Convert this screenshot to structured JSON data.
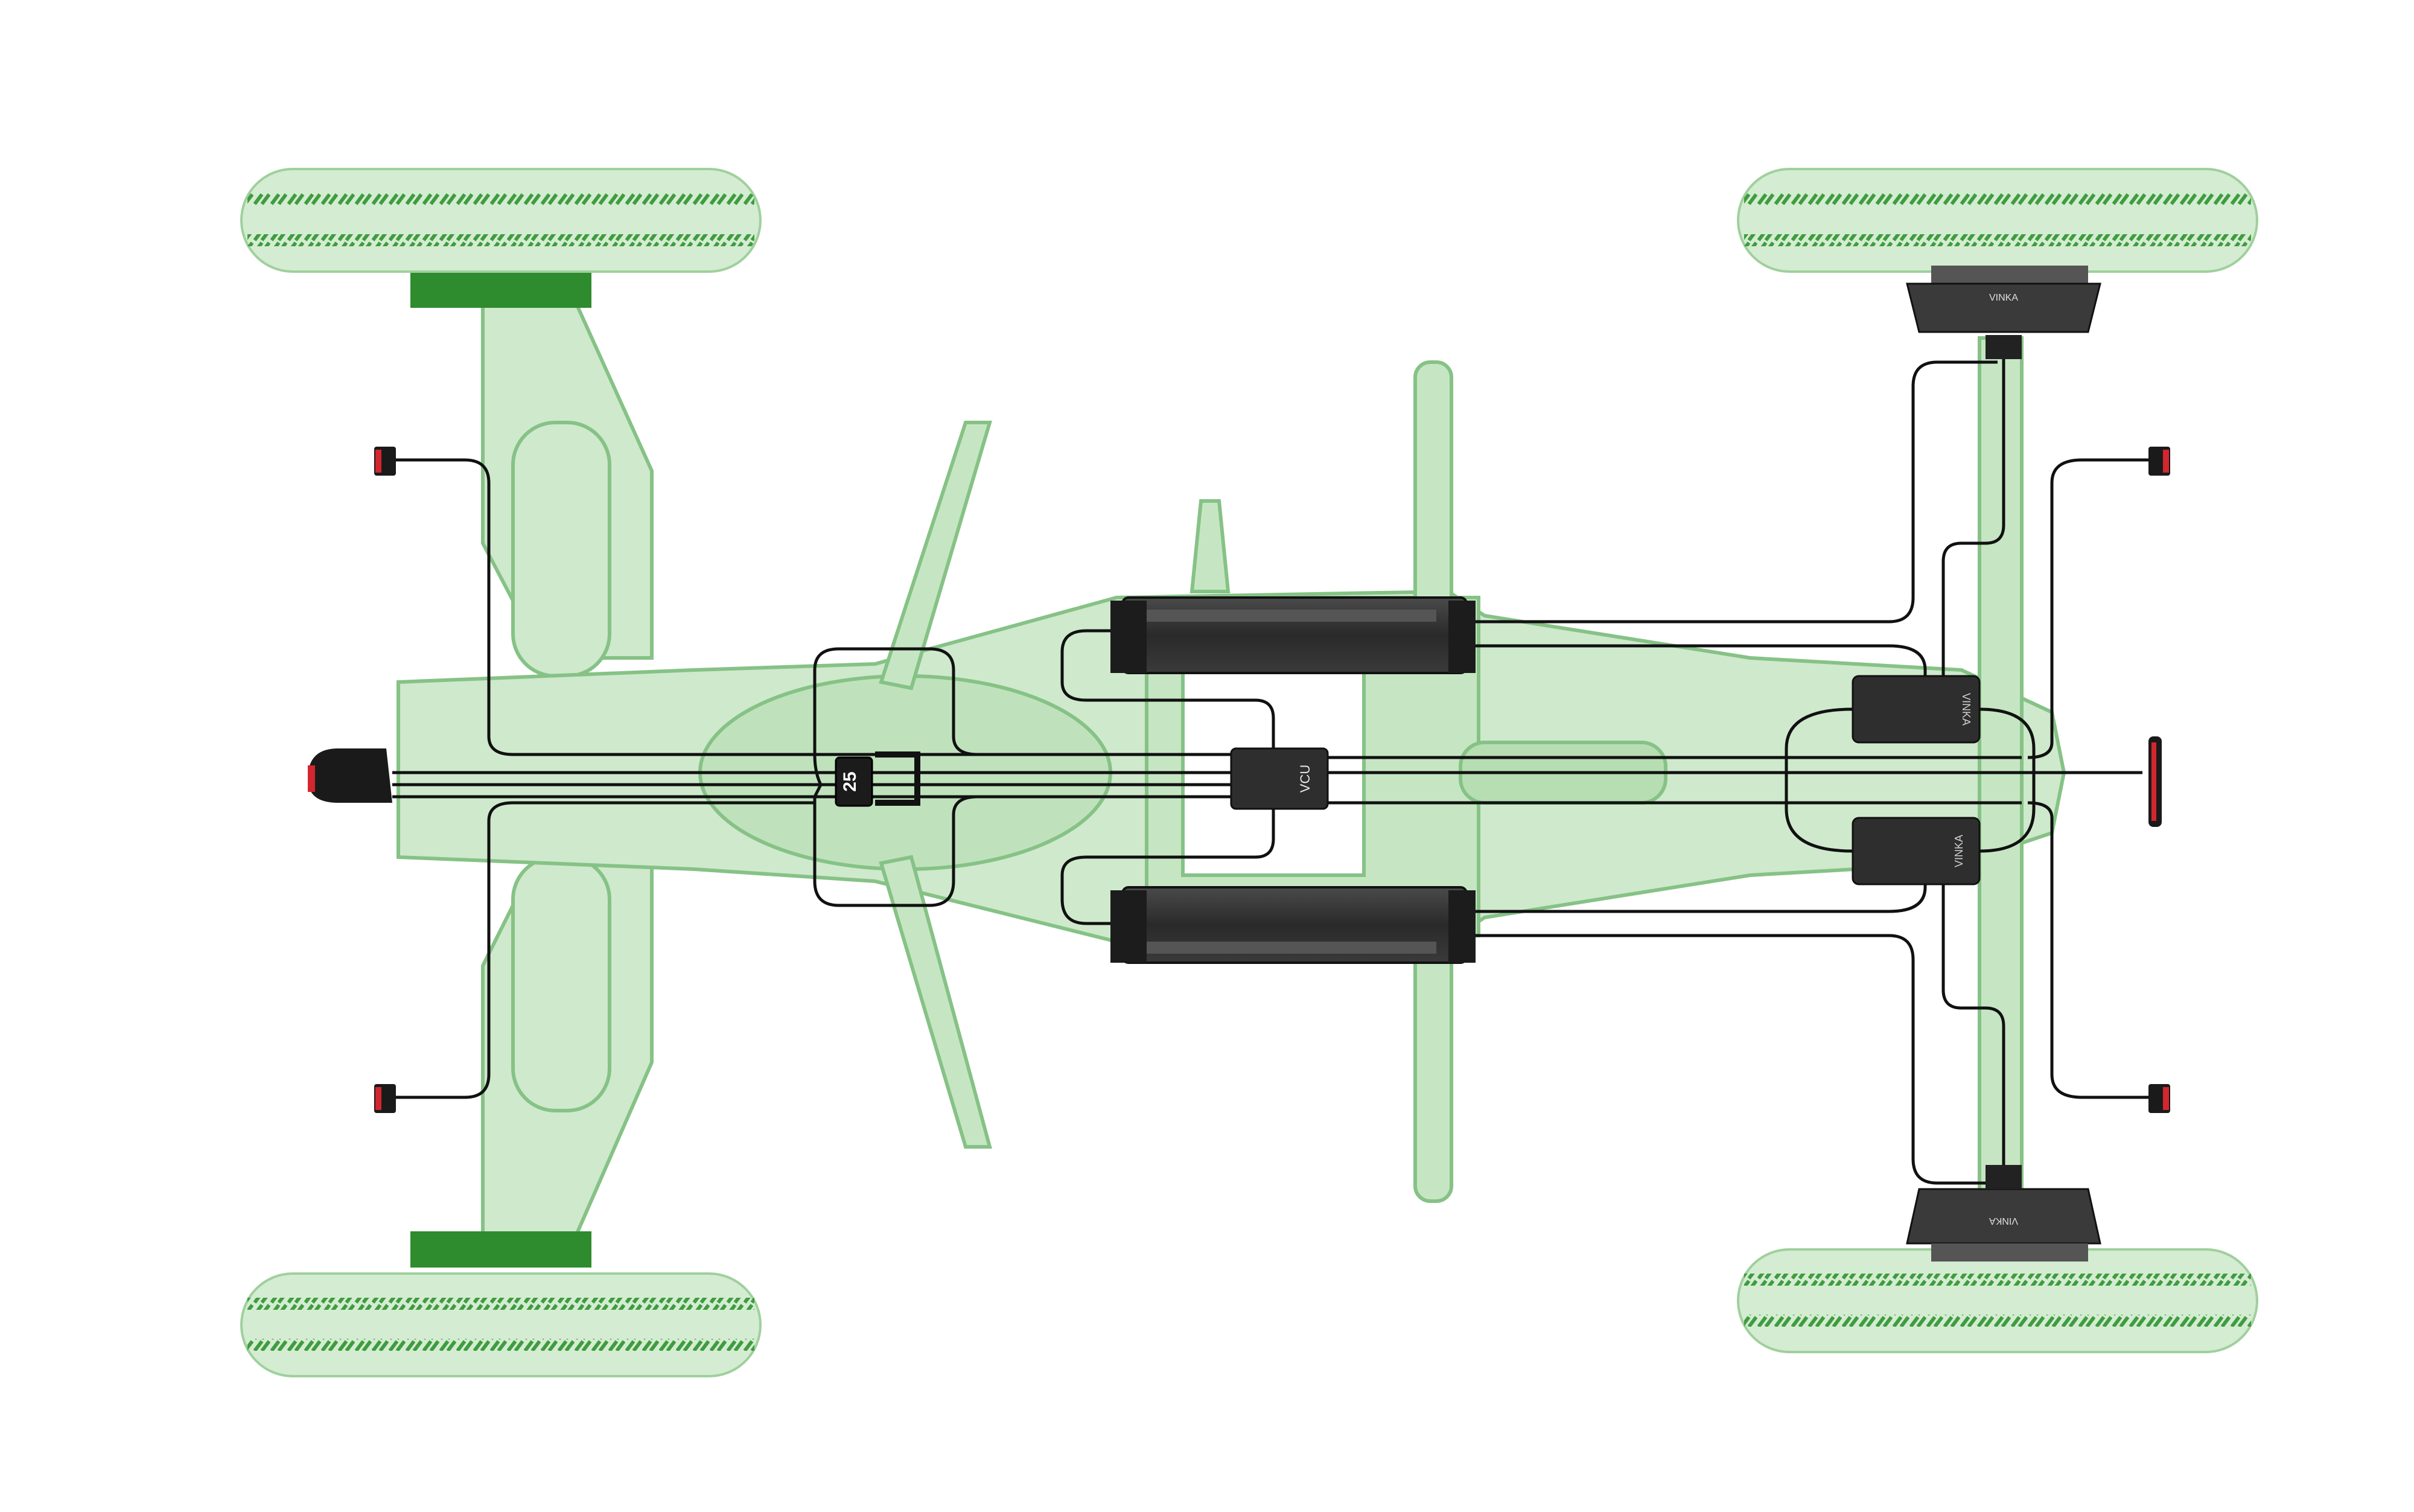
{
  "diagram": {
    "display": {
      "speed_value": "25"
    },
    "modules": {
      "vcu_label": "VCU",
      "controller_label": "VINKA"
    },
    "motors": {
      "front_hub_label": "VINKA",
      "rear_hub_label": "VINKA"
    },
    "colors": {
      "chassis_fill": "#cfe9cd",
      "chassis_stroke": "#7fc07f",
      "tire_fill": "#d4ecd2",
      "tread": "#4aa04a",
      "wire": "#111111",
      "component": "#2e2e2e",
      "light_red": "#d3262e"
    },
    "icons": [
      "tail-light-icon",
      "headlight-icon",
      "hub-motor-icon",
      "battery-pack-icon",
      "controller-icon",
      "display-icon"
    ]
  }
}
